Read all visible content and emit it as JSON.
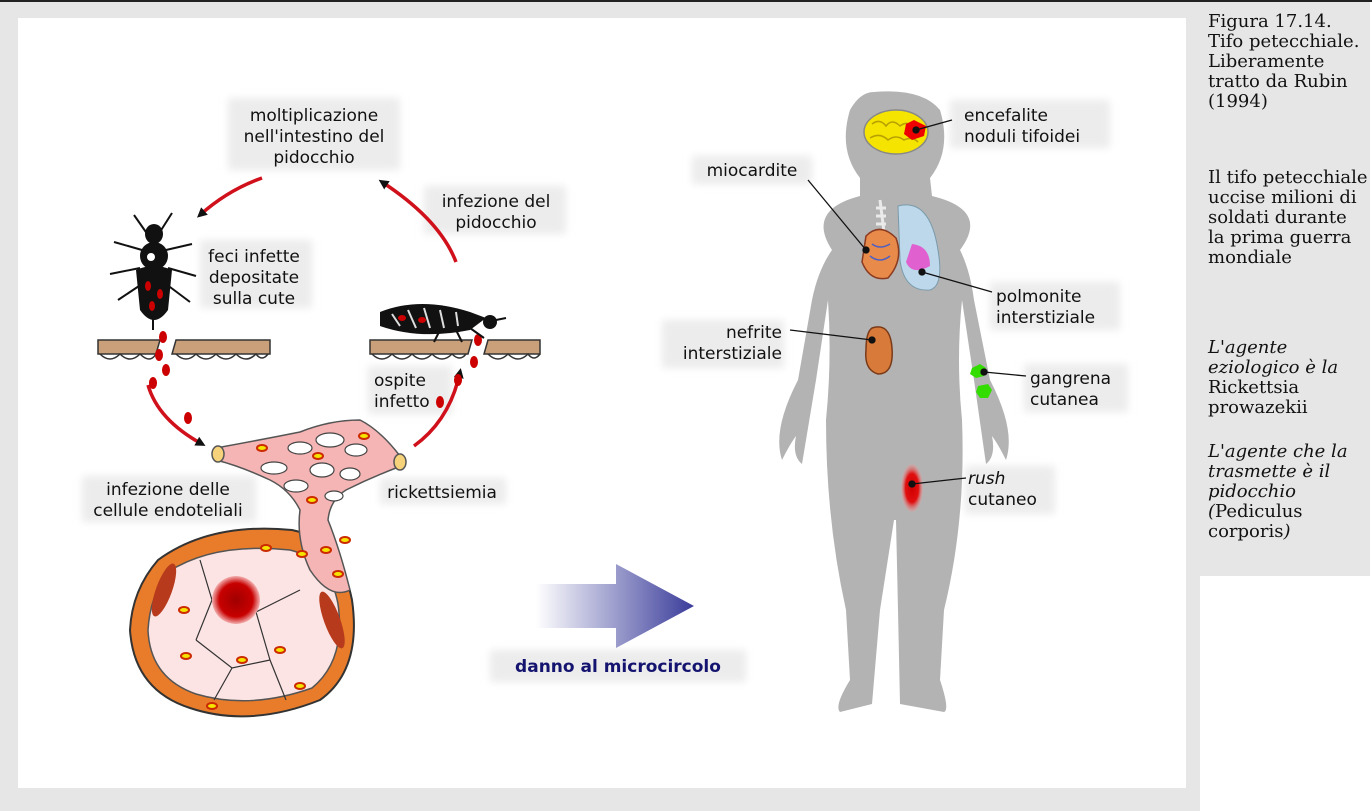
{
  "figure": {
    "title": "Figura 17.14. Tifo petecchiale. Liberamente tratto da Rubin (1994)",
    "note1": "Il tifo petecchiale uccise milioni di soldati durante la prima guerra mondiale",
    "note2_prefix": "L'agente eziologico è la",
    "note2_name": "Rickettsia prowazekii",
    "note3_prefix": "L'agente che la trasmette è il pidocchio",
    "note3_open": "(",
    "note3_name": "Pediculus corporis",
    "note3_close": ")"
  },
  "cycle": {
    "multiplication": [
      "moltiplicazione",
      "nell'intestino del",
      "pidocchio"
    ],
    "louse_infection": [
      "infezione del",
      "pidocchio"
    ],
    "feces": [
      "feci infette",
      "depositate",
      "sulla cute"
    ],
    "host": [
      "ospite",
      "infetto"
    ],
    "endothelial": [
      "infezione delle",
      "cellule endoteliali"
    ],
    "rickettsemia": "rickettsiemia"
  },
  "arrow_label": "danno al microcircolo",
  "body_labels": {
    "encephalitis": [
      "encefalite",
      "noduli tifoidei"
    ],
    "myocarditis": "miocardite",
    "pneumonia": [
      "polmonite",
      "interstiziale"
    ],
    "nephritis": [
      "nefrite",
      "interstiziale"
    ],
    "gangrene": [
      "gangrena",
      "cutanea"
    ],
    "rush_word": "rush",
    "rush_rest": "cutaneo"
  },
  "colors": {
    "blood_red": "#cc0000",
    "arrow_red": "#d0101a",
    "vessel_pink": "#f6b5b5",
    "tissue_orange": "#e87c2a",
    "body_gray": "#b3b3b3",
    "brain_yellow": "#f5e400",
    "gangrene_green": "#33dd00",
    "arrow_blue": "#3a3c9a",
    "label_navy": "#141470"
  }
}
